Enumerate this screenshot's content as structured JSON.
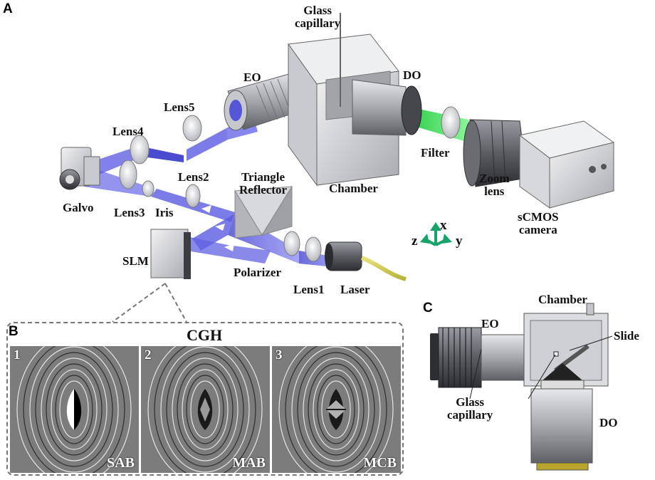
{
  "panels": {
    "a": "A",
    "b": "B",
    "c": "C"
  },
  "setup_labels": {
    "glass_capillary_line1": "Glass",
    "glass_capillary_line2": "capillary",
    "eo": "EO",
    "do": "DO",
    "lens5": "Lens5",
    "lens4": "Lens4",
    "lens2": "Lens2",
    "lens3": "Lens3",
    "iris": "Iris",
    "galvo": "Galvo",
    "triangle_reflector_line1": "Triangle",
    "triangle_reflector_line2": "Reflector",
    "chamber": "Chamber",
    "filter": "Filter",
    "zoom_lens_line1": "Zoom",
    "zoom_lens_line2": "lens",
    "scmos_line1": "sCMOS",
    "scmos_line2": "camera",
    "slm": "SLM",
    "polarizer": "Polarizer",
    "lens1": "Lens1",
    "laser": "Laser"
  },
  "axes": {
    "x": "x",
    "y": "y",
    "z": "z"
  },
  "cgh": {
    "title": "CGH",
    "holograms": [
      {
        "number": "1",
        "label": "SAB"
      },
      {
        "number": "2",
        "label": "MAB"
      },
      {
        "number": "3",
        "label": "MCB"
      }
    ]
  },
  "panel_c_labels": {
    "chamber": "Chamber",
    "eo": "EO",
    "slide": "Slide",
    "glass_capillary_line1": "Glass",
    "glass_capillary_line2": "capillary",
    "do": "DO"
  },
  "colors": {
    "beam_blue": "#4a4adf",
    "fluorescence_green": "#22e040",
    "axis_green": "#16a36a",
    "metal_gray": "#9a9ca3"
  }
}
